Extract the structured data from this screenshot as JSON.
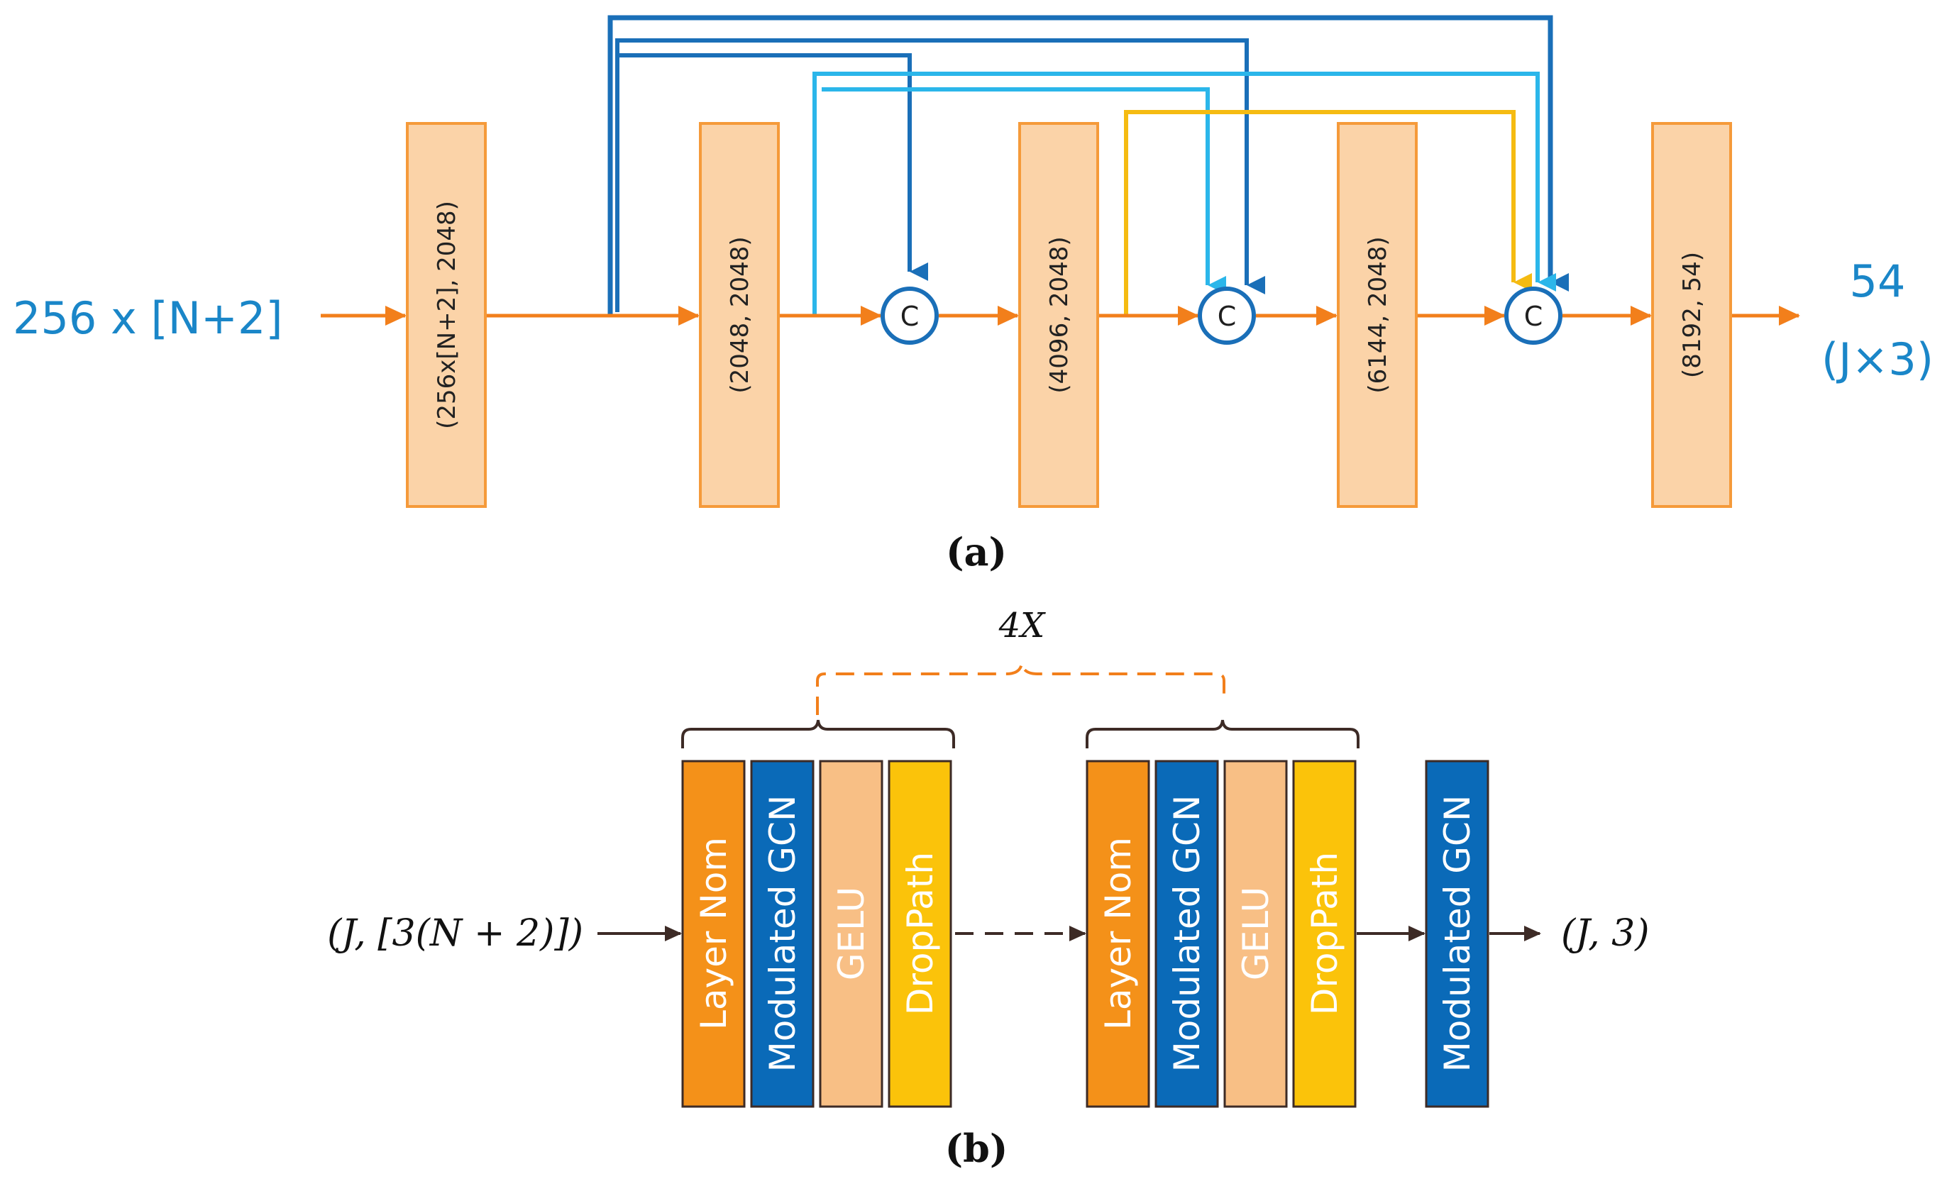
{
  "colors": {
    "orange_main": "#f27f1b",
    "block_fill": "#fbd3a8",
    "block_stroke": "#f59a3a",
    "blue_dark": "#1a6fb8",
    "blue_light": "#2bb6ea",
    "yellow": "#f5bb12",
    "layer_norm": "#f49119",
    "modulated_gcn": "#0a6ab8",
    "gelu": "#f8bf85",
    "droppath": "#fbc30a",
    "dark_line": "#3d2b26"
  },
  "panel_a": {
    "input_label": "256 x [N+2]",
    "output_label_line1": "54",
    "output_label_line2": "(J×3)",
    "blocks": [
      "(256x[N+2], 2048)",
      "(2048, 2048)",
      "(4096, 2048)",
      "(6144, 2048)",
      "(8192, 54)"
    ],
    "concat_symbol": "C",
    "caption": "(a)"
  },
  "panel_b": {
    "input_label": "(J, [3(N + 2)])",
    "output_label": "(J, 3)",
    "repeat_label": "4X",
    "group1": [
      "Layer Nom",
      "Modulated GCN",
      "GELU",
      "DropPath"
    ],
    "group2": [
      "Layer Nom",
      "Modulated GCN",
      "GELU",
      "DropPath"
    ],
    "final_block": "Modulated GCN",
    "caption": "(b)"
  }
}
